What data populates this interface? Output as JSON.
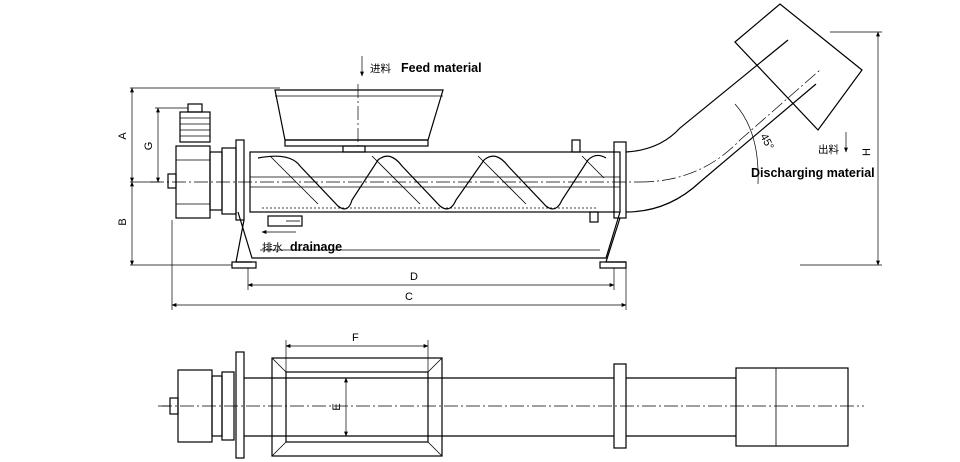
{
  "labels": {
    "feed_cn": "进料",
    "feed_en": "Feed material",
    "drainage_cn": "排水",
    "drainage_en": "drainage",
    "discharge_cn": "出料",
    "discharge_en": "Discharging material",
    "angle": "45°"
  },
  "dimensions": {
    "A": "A",
    "B": "B",
    "C": "C",
    "D": "D",
    "E": "E",
    "F": "F",
    "G": "G",
    "H": "H"
  }
}
